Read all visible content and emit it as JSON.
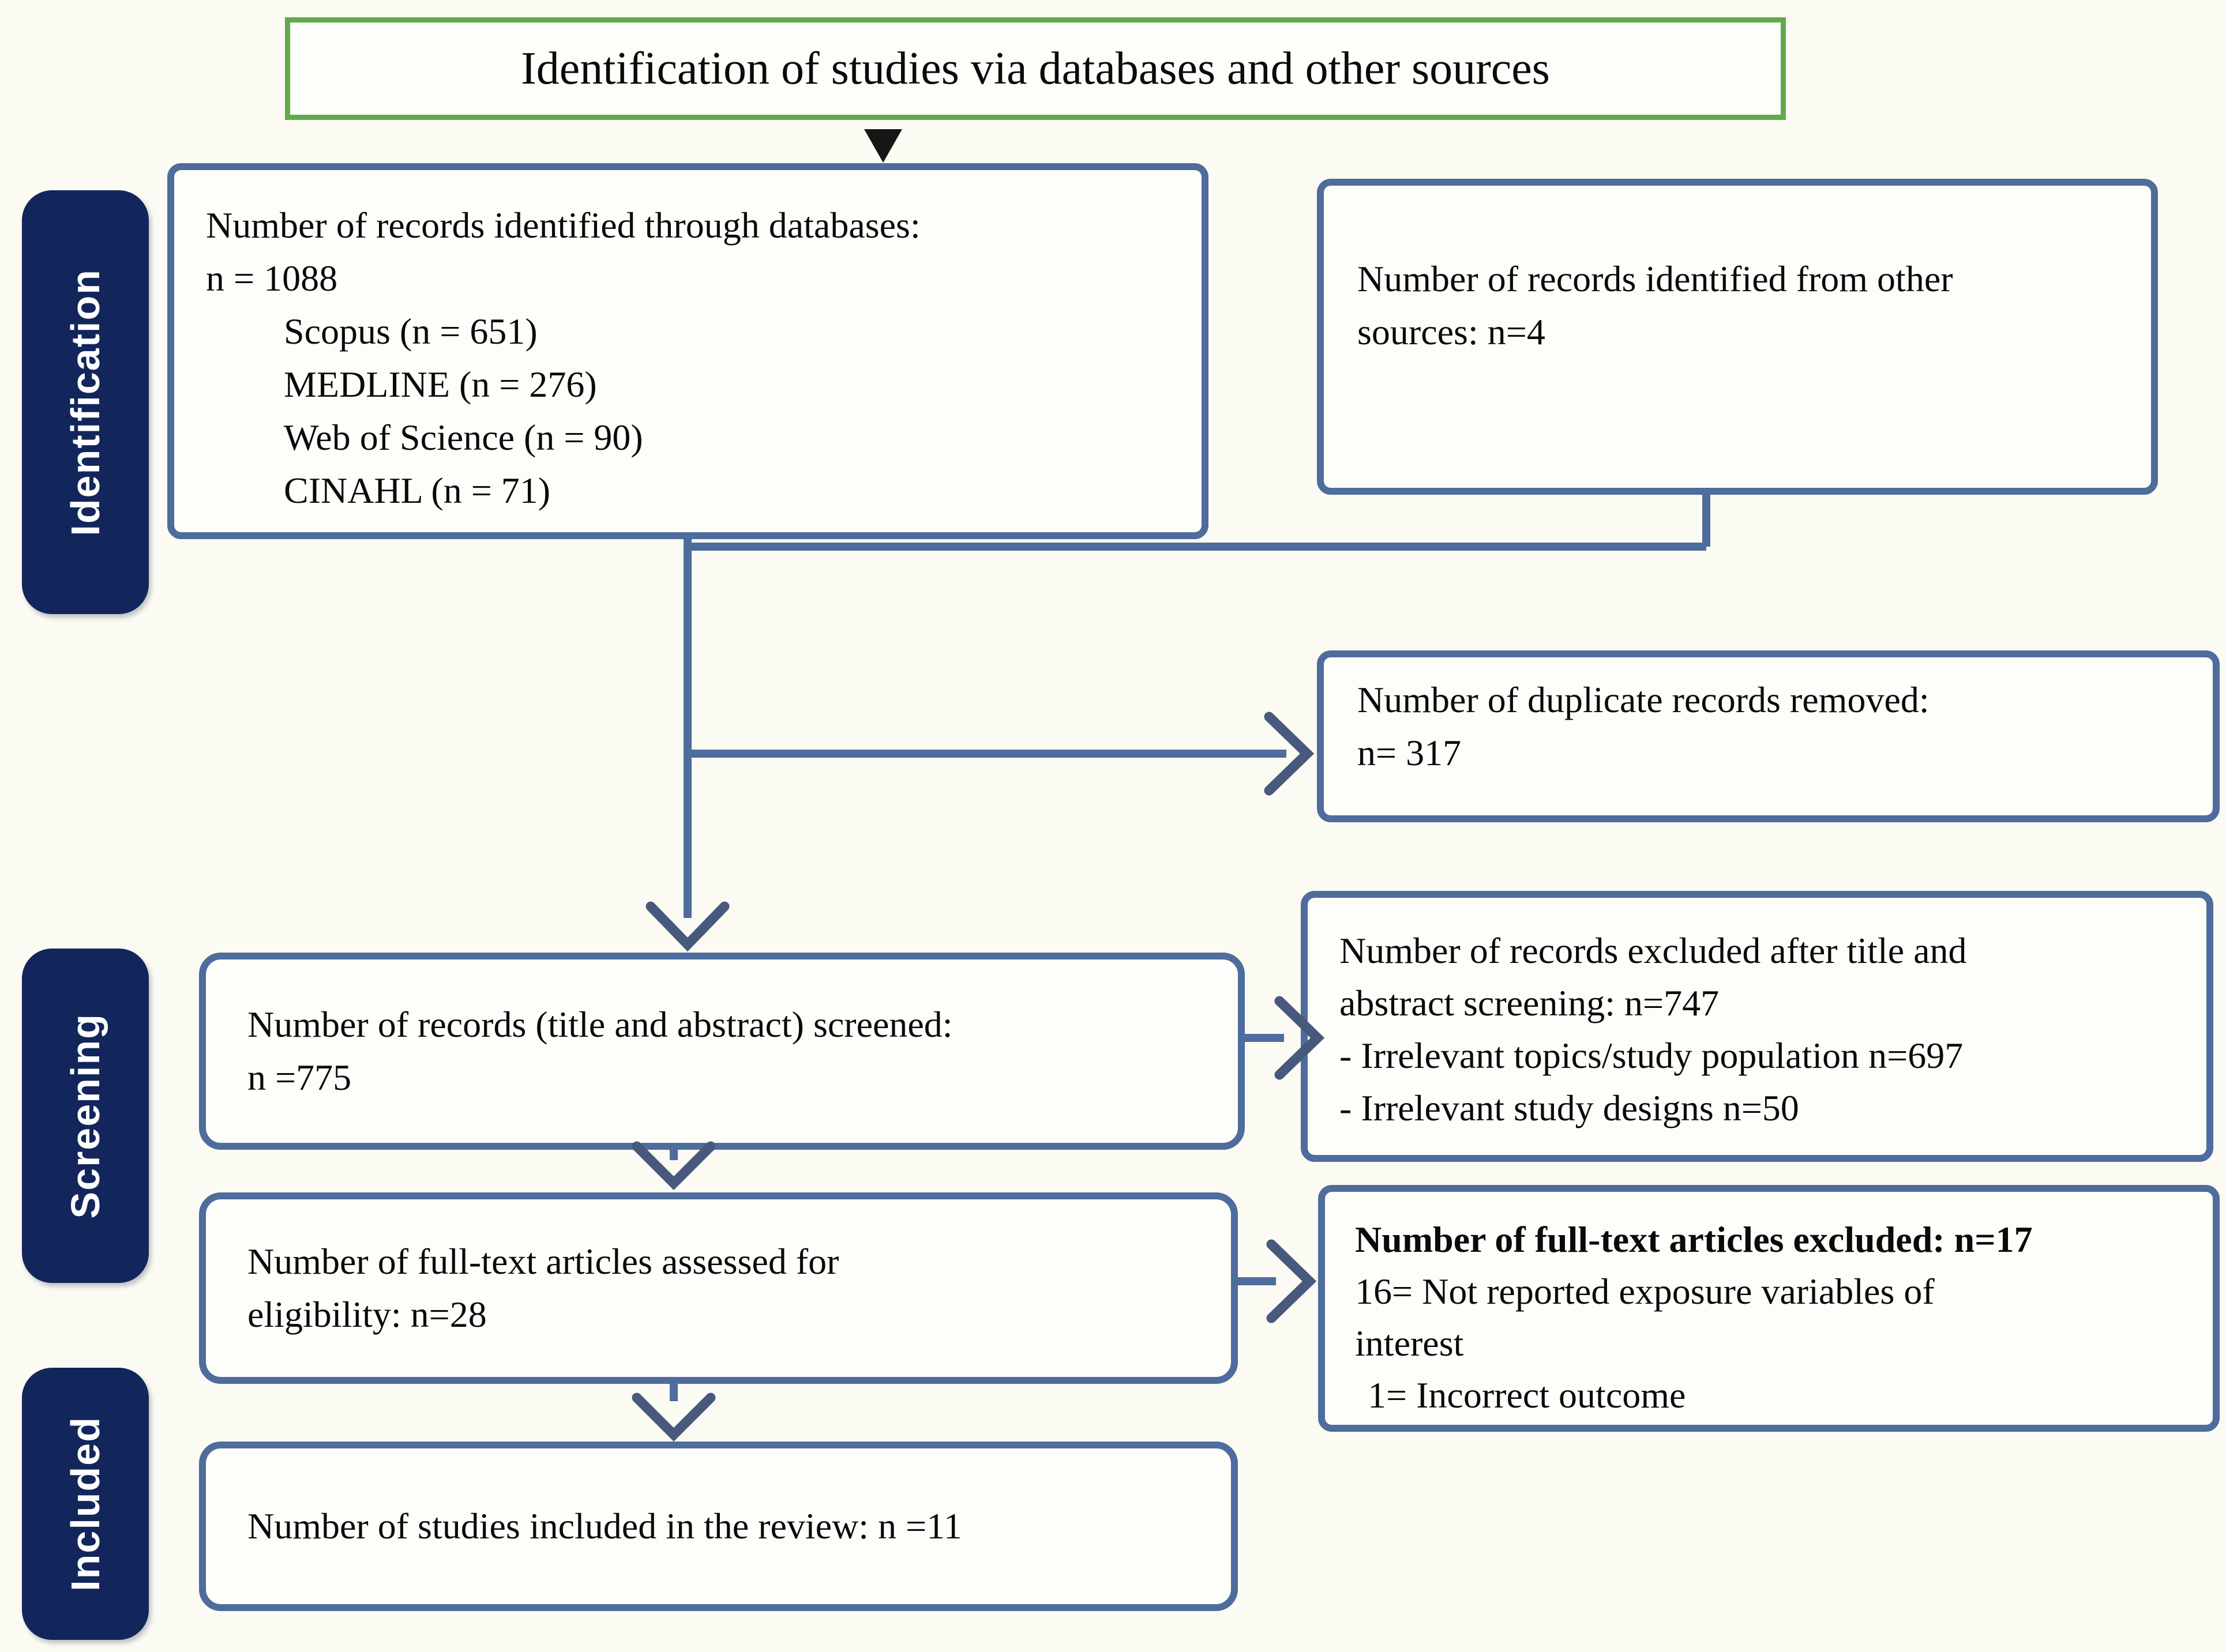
{
  "diagram": {
    "title": "Identification of studies via databases and other sources",
    "stages": {
      "identification": "Identification",
      "screening": "Screening",
      "included": "Included"
    },
    "boxes": {
      "databases": {
        "line1": "Number of records identified through databases:",
        "line2": "n = 1088",
        "items": [
          "Scopus (n = 651)",
          "MEDLINE (n = 276)",
          "Web of Science (n = 90)",
          "CINAHL (n = 71)"
        ]
      },
      "other_sources": {
        "line1": "Number of records identified from other",
        "line2": "sources: n=4"
      },
      "duplicates_removed": {
        "line1": "Number of duplicate records removed:",
        "line2": "n= 317"
      },
      "records_screened": {
        "line1": "Number of records (title and abstract) screened:",
        "line2": "n =775"
      },
      "excluded_screening": {
        "line1": "Number of records excluded after title and",
        "line2": "abstract screening: n=747",
        "line3": "- Irrelevant topics/study population n=697",
        "line4": "- Irrelevant study designs n=50"
      },
      "fulltext_assessed": {
        "line1": "Number of full-text articles assessed for",
        "line2": "eligibility: n=28"
      },
      "excluded_fulltext": {
        "heading": "Number of full-text articles excluded: n=17",
        "line1": "16= Not reported exposure variables of",
        "line2": "interest",
        "line3": "1= Incorrect outcome"
      },
      "included_studies": {
        "line1": "Number of studies included in the review: n =11"
      }
    },
    "colors": {
      "box_border": "#4e6c9c",
      "connector": "#4e6c9c",
      "arrowhead": "#47597c",
      "stage_bar_fill": "#13265b",
      "stage_text": "#ffffff",
      "title_border": "#61aa4b",
      "triangle": "#161616",
      "background": "#fbfaf3",
      "box_fill": "#fdfdfa",
      "text": "#0a0a0a"
    }
  }
}
